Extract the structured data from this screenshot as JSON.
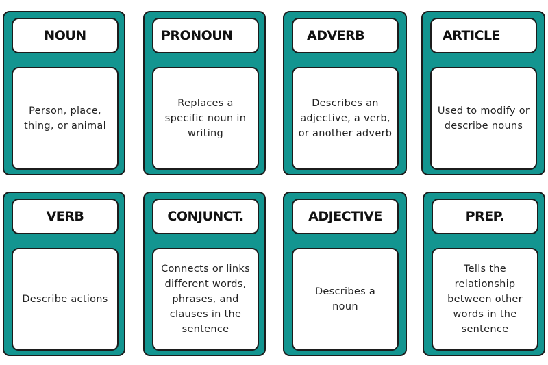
{
  "cards": [
    {
      "title": "NOUN",
      "description": "Person, place, thing, or animal"
    },
    {
      "title": "PRONOUN",
      "description": "Replaces a specific noun in writing"
    },
    {
      "title": "ADVERB",
      "description": "Describes an adjective, a verb, or another adverb"
    },
    {
      "title": "ARTICLE",
      "description": "Used to modify or describe nouns"
    },
    {
      "title": "VERB",
      "description": "Describe actions"
    },
    {
      "title": "CONJUNCT.",
      "description": "Connects or links different words, phrases, and clauses in the sentence"
    },
    {
      "title": "ADJECTIVE",
      "description": "Describes a noun"
    },
    {
      "title": "PREP.",
      "description": "Tells the relationship between other words in the sentence"
    }
  ],
  "colors": {
    "card_background": "#139590",
    "border": "#1c1c1c",
    "panel_background": "#ffffff"
  }
}
